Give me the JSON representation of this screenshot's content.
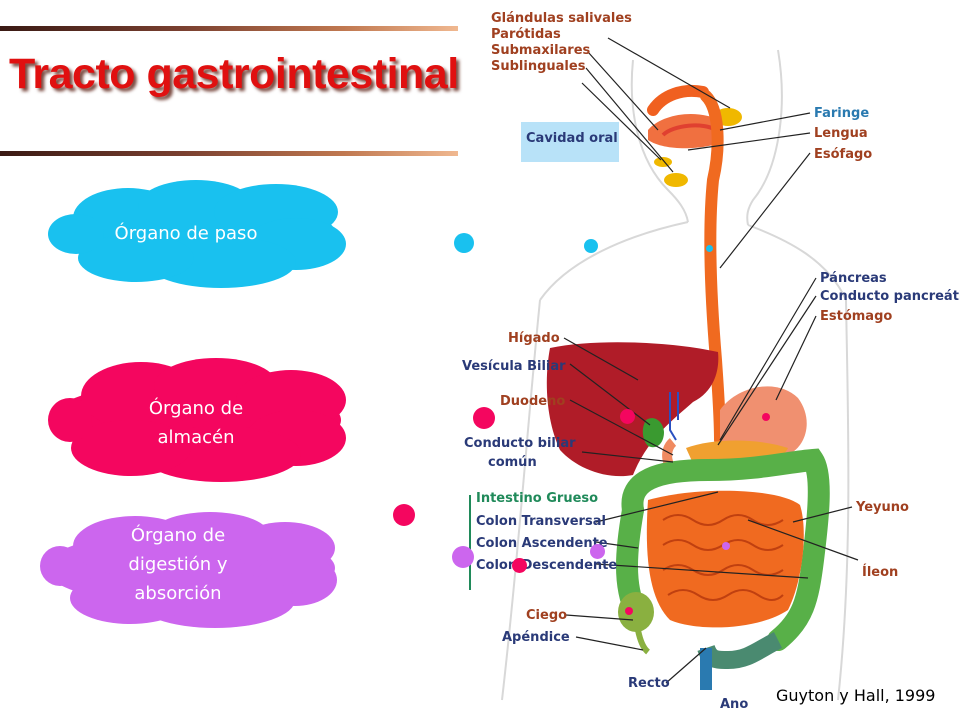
{
  "title": "Tracto gastrointestinal",
  "citation": "Guyton y Hall, 1999",
  "legend": {
    "passage": "Órgano de paso",
    "storage_line1": "Órgano de",
    "storage_line2": "almacén",
    "digestion_line1": "Órgano de",
    "digestion_line2": "digestión y",
    "digestion_line3": "absorción"
  },
  "colors": {
    "passage": "#19c1ef",
    "storage": "#f4065f",
    "digestion": "#cc66ee",
    "title": "#e01010",
    "label_dark": "#2a3a78",
    "label_brown": "#a04020",
    "label_teal": "#208a5a"
  },
  "diagram": {
    "glandulas": "Glándulas salivales",
    "parotidas": "Parótidas",
    "submaxilares": "Submaxilares",
    "sublinguales": "Sublinguales",
    "cavidad_oral": "Cavidad oral",
    "faringe": "Faringe",
    "lengua": "Lengua",
    "esofago": "Esófago",
    "pancreas": "Páncreas",
    "conducto_pancreatico": "Conducto pancreático",
    "estomago": "Estómago",
    "higado": "Hígado",
    "vesicula": "Vesícula Biliar",
    "duodeno": "Duodeno",
    "conducto_biliar_1": "Conducto biliar",
    "conducto_biliar_2": "común",
    "intestino_grueso": "Intestino Grueso",
    "colon_transversal": "Colon Transversal",
    "colon_ascendente": "Colon Ascendente",
    "colon_descendente": "Colon Descendente",
    "yeyuno": "Yeyuno",
    "ileon": "Íleon",
    "ciego": "Ciego",
    "apendice": "Apéndice",
    "recto": "Recto",
    "ano": "Ano"
  }
}
